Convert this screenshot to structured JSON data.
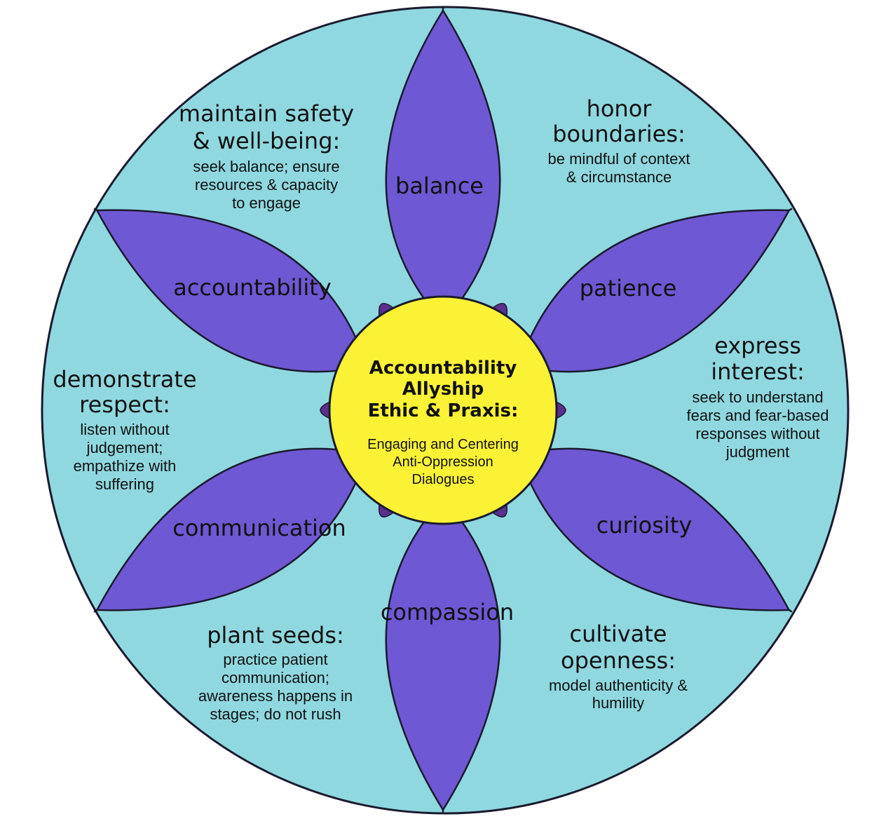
{
  "colors": {
    "outer_circle": "#8fd8e0",
    "petal": "#6f58d3",
    "petal_overlap": "#5a2f8e",
    "center": "#fbf236",
    "outline": "#1a1a2e"
  },
  "center": {
    "title_lines": [
      "Accountability",
      "Allyship",
      "Ethic & Praxis:"
    ],
    "subtitle_lines": [
      "Engaging and Centering",
      "Anti-Oppression",
      "Dialogues"
    ]
  },
  "petals": [
    {
      "label": "balance"
    },
    {
      "label": "patience"
    },
    {
      "label": "curiosity"
    },
    {
      "label": "compassion"
    },
    {
      "label": "communication"
    },
    {
      "label": "accountability"
    }
  ],
  "segments": [
    {
      "title_lines": [
        "honor",
        "boundaries:"
      ],
      "body_lines": [
        "be mindful of context",
        "& circumstance"
      ]
    },
    {
      "title_lines": [
        "express",
        "interest:"
      ],
      "body_lines": [
        "seek to understand",
        "fears and fear-based",
        "responses without",
        "judgment"
      ]
    },
    {
      "title_lines": [
        "cultivate",
        "openness:"
      ],
      "body_lines": [
        "model authenticity &",
        "humility"
      ]
    },
    {
      "title_lines": [
        "plant seeds:"
      ],
      "body_lines": [
        "practice patient",
        "communication;",
        "awareness happens in",
        "stages; do not rush"
      ]
    },
    {
      "title_lines": [
        "demonstrate",
        "respect:"
      ],
      "body_lines": [
        "listen without",
        "judgement;",
        "empathize with",
        "suffering"
      ]
    },
    {
      "title_lines": [
        "maintain safety",
        "& well-being:"
      ],
      "body_lines": [
        "seek balance; ensure",
        "resources & capacity",
        "to engage"
      ]
    }
  ]
}
